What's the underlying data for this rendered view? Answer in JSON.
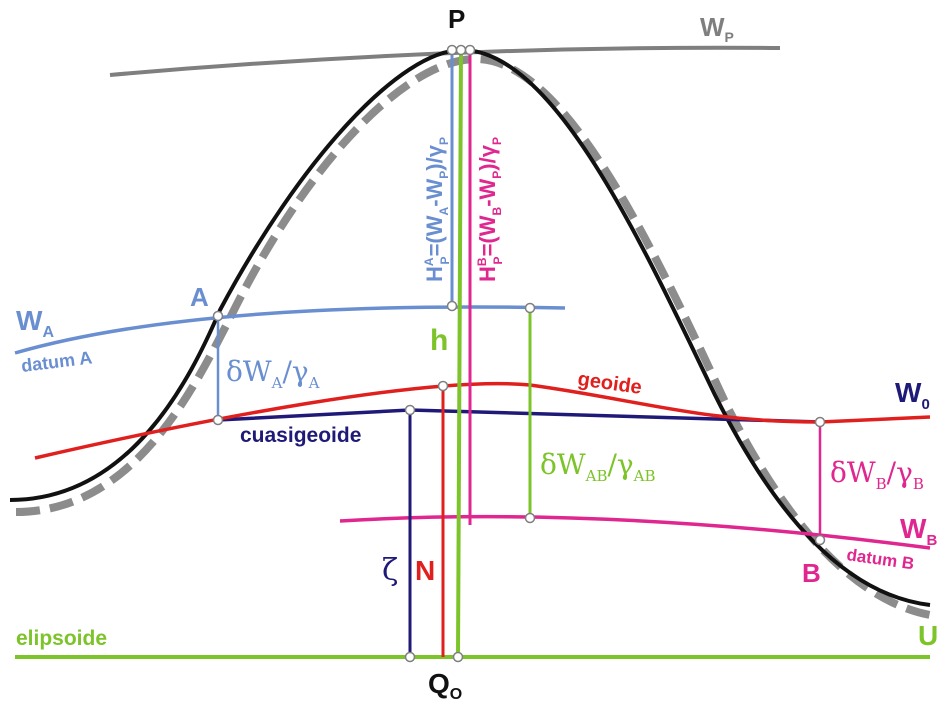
{
  "colors": {
    "gray": "#7f7f7f",
    "terrain": "#111111",
    "blue": "#6a8fd0",
    "navy": "#1f1a78",
    "red": "#e0201e",
    "green": "#7cc429",
    "magenta": "#e0268f"
  },
  "labels": {
    "point_p": "P",
    "wp_main": "W",
    "wp_sub": "P",
    "point_a": "A",
    "wa_main": "W",
    "wa_sub": "A",
    "datum_a": "datum A",
    "dwa_main": "δW",
    "dwa_sub": "A",
    "dwa_slash": "/γ",
    "dwa_sub2": "A",
    "h": "h",
    "geoide": "geoide",
    "w0_main": "W",
    "w0_sub": "0",
    "cuasigeoide": "cuasigeoide",
    "dwab_main": "δW",
    "dwab_sub": "AB",
    "dwab_slash": "/γ",
    "dwab_sub2": "AB",
    "dwb_main": "δW",
    "dwb_sub": "B",
    "dwb_slash": "/γ",
    "dwb_sub2": "B",
    "wb_main": "W",
    "wb_sub": "B",
    "datum_b": "datum B",
    "point_b": "B",
    "zeta": "ζ",
    "n": "N",
    "elipsoide": "elipsoide",
    "u": "U",
    "q_main": "Q",
    "q_sub": "O",
    "hpa": {
      "h": "H",
      "sup": "A",
      "sub": "P",
      "eq": "=(W",
      "s1": "A",
      "dash": "-W",
      "s2": "P",
      "close": ")/γ",
      "s3": "P"
    },
    "hpb": {
      "h": "H",
      "sup": "B",
      "sub": "P",
      "eq": "=(W",
      "s1": "B",
      "dash": "-W",
      "s2": "P",
      "close": ")/γ",
      "s3": "P"
    }
  }
}
